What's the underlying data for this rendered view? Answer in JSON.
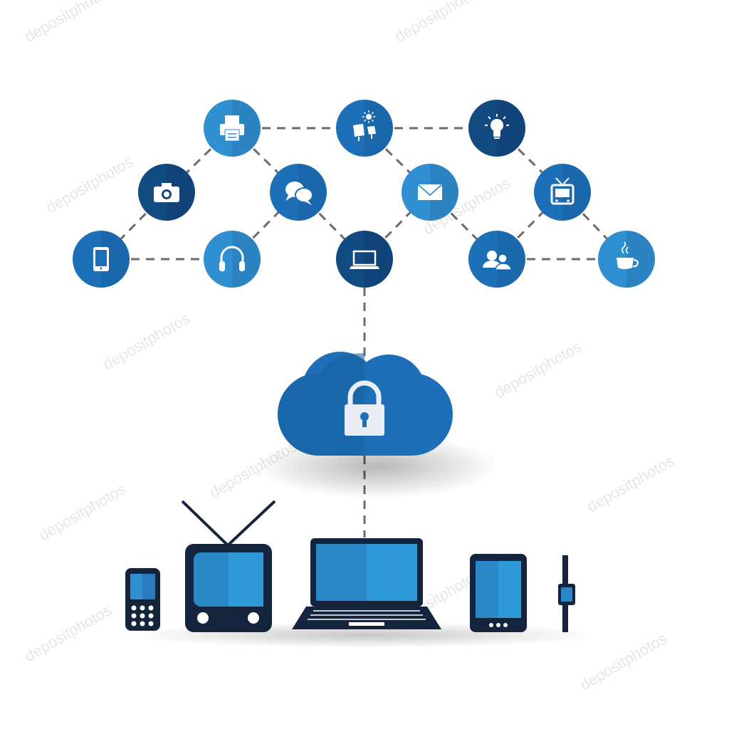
{
  "colors": {
    "background": "#ffffff",
    "blue_dark": "#124a82",
    "blue_mid": "#1d6fb8",
    "blue_light": "#2f8fd0",
    "blue_screen": "#2a88c8",
    "device_dark": "#14243c",
    "connector": "#6b6b6b",
    "icon_white": "#ffffff",
    "lock_body": "#e8eef4"
  },
  "watermark": {
    "text": "depositphotos"
  },
  "network_nodes": [
    {
      "id": "printer",
      "icon": "printer-icon",
      "shade": "light"
    },
    {
      "id": "solar",
      "icon": "solar-panel-icon",
      "shade": "mid"
    },
    {
      "id": "bulb",
      "icon": "lightbulb-icon",
      "shade": "dark"
    },
    {
      "id": "camera",
      "icon": "camera-icon",
      "shade": "dark"
    },
    {
      "id": "chat",
      "icon": "chat-bubbles-icon",
      "shade": "mid"
    },
    {
      "id": "mail",
      "icon": "envelope-icon",
      "shade": "light"
    },
    {
      "id": "tv",
      "icon": "tv-icon",
      "shade": "mid"
    },
    {
      "id": "tablet",
      "icon": "tablet-icon",
      "shade": "mid"
    },
    {
      "id": "headphones",
      "icon": "headphones-icon",
      "shade": "light"
    },
    {
      "id": "laptop",
      "icon": "laptop-icon",
      "shade": "dark"
    },
    {
      "id": "users",
      "icon": "users-icon",
      "shade": "mid"
    },
    {
      "id": "coffee",
      "icon": "coffee-cup-icon",
      "shade": "light"
    }
  ],
  "links": [
    [
      "printer",
      "solar"
    ],
    [
      "solar",
      "bulb"
    ],
    [
      "printer",
      "camera"
    ],
    [
      "printer",
      "chat"
    ],
    [
      "solar",
      "mail"
    ],
    [
      "bulb",
      "tv"
    ],
    [
      "camera",
      "tablet"
    ],
    [
      "tablet",
      "headphones"
    ],
    [
      "headphones",
      "chat"
    ],
    [
      "chat",
      "laptop"
    ],
    [
      "laptop",
      "mail"
    ],
    [
      "mail",
      "users"
    ],
    [
      "users",
      "tv"
    ],
    [
      "users",
      "coffee"
    ],
    [
      "tv",
      "coffee"
    ]
  ],
  "cloud": {
    "icon": "padlock-icon"
  },
  "devices": [
    "mobile-phone",
    "television",
    "laptop",
    "tablet",
    "smartwatch"
  ]
}
